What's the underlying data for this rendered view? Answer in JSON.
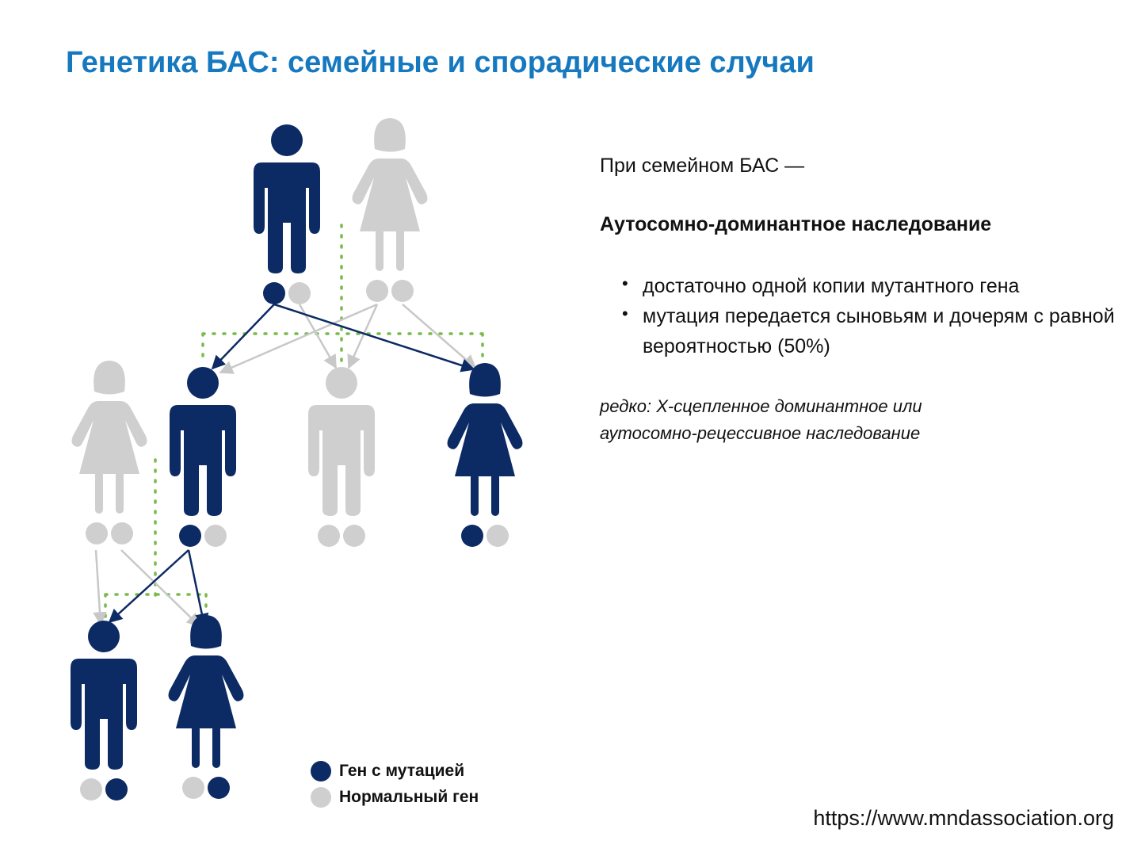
{
  "title": "Генетика БАС: семейные и спорадические случаи",
  "panel": {
    "intro": "При семейном БАС —",
    "heading": "Аутосомно-доминантное наследование",
    "bullets": [
      "достаточно одной копии мутантного гена",
      "мутация передается сыновьям и дочерям с равной вероятностью (50%)"
    ],
    "note_line1": "редко: Х-сцепленное доминантное или",
    "note_line2": "аутосомно-рецессивное наследование"
  },
  "legend": {
    "mutated": "Ген с мутацией",
    "normal": "Нормальный ген"
  },
  "source": "https://www.mndassociation.org",
  "colors": {
    "title": "#1679bf",
    "mutated": "#0c2a63",
    "normal": "#cfcfcf",
    "link": "#77bb4a"
  },
  "pedigree": {
    "people": [
      {
        "id": "gen1-father",
        "sex": "male",
        "affected": true,
        "genes": [
          "mutated",
          "normal"
        ]
      },
      {
        "id": "gen1-mother",
        "sex": "female",
        "affected": false,
        "genes": [
          "normal",
          "normal"
        ]
      },
      {
        "id": "gen2-wife",
        "sex": "female",
        "affected": false,
        "genes": [
          "normal",
          "normal"
        ]
      },
      {
        "id": "gen2-son-affected",
        "sex": "male",
        "affected": true,
        "genes": [
          "mutated",
          "normal"
        ]
      },
      {
        "id": "gen2-son-unaffected",
        "sex": "male",
        "affected": false,
        "genes": [
          "normal",
          "normal"
        ]
      },
      {
        "id": "gen2-daughter-affected",
        "sex": "female",
        "affected": true,
        "genes": [
          "mutated",
          "normal"
        ]
      },
      {
        "id": "gen3-son",
        "sex": "male",
        "affected": true,
        "genes": [
          "normal",
          "mutated"
        ]
      },
      {
        "id": "gen3-daughter",
        "sex": "female",
        "affected": true,
        "genes": [
          "normal",
          "mutated"
        ]
      }
    ]
  }
}
